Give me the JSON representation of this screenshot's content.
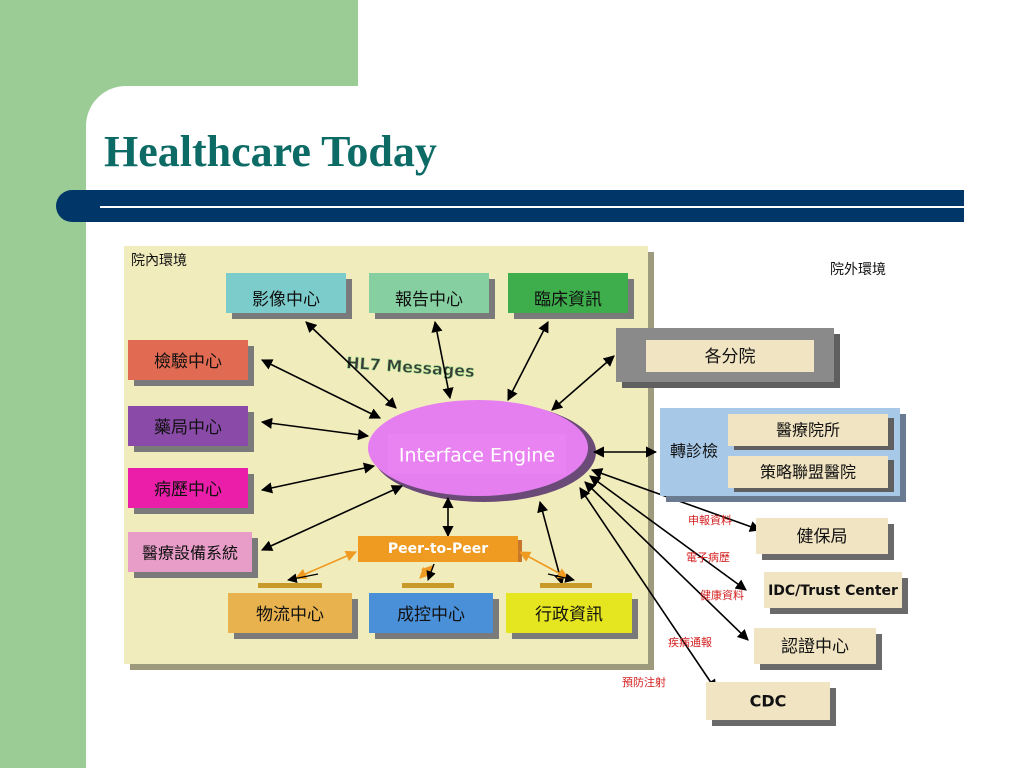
{
  "slide": {
    "title": "Healthcare Today"
  },
  "diagram": {
    "inside_label": "院內環境",
    "outside_label": "院外環境",
    "hl7_label": "HL7 Messages",
    "engine_label": "Interface Engine",
    "peer_label": "Peer-to-Peer",
    "top_boxes": [
      "影像中心",
      "報告中心",
      "臨床資訊"
    ],
    "left_boxes": [
      "檢驗中心",
      "藥局中心",
      "病歷中心",
      "醫療設備系統"
    ],
    "bottom_boxes": [
      "物流中心",
      "成控中心",
      "行政資訊"
    ],
    "branch": "各分院",
    "referral": {
      "label": "轉診檢",
      "items": [
        "醫療院所",
        "策略聯盟醫院"
      ]
    },
    "external_boxes": [
      "健保局",
      "IDC/Trust Center",
      "認證中心",
      "CDC"
    ],
    "external_labels": [
      "申報資料",
      "電子病歷",
      "健康資料",
      "疾病通報",
      "預防注射"
    ],
    "colors": {
      "inside_bg": "#f1ecbc",
      "engine": "#e57ff0",
      "imaging": "#7ccccc",
      "report": "#86cfa0",
      "clinical": "#3dae4b",
      "lab": "#e06a52",
      "pharmacy": "#8a4aa8",
      "records": "#ea1ea8",
      "equipment": "#e89cc8",
      "logistics": "#e8b24e",
      "cost": "#4a90d8",
      "admin": "#e6e620",
      "branch_bg": "#8a8a8a",
      "referral_bg": "#a8c8e8",
      "external_box": "#f1e4c2",
      "arrow_orange": "#ef9a20",
      "red_text": "#d42020"
    }
  }
}
